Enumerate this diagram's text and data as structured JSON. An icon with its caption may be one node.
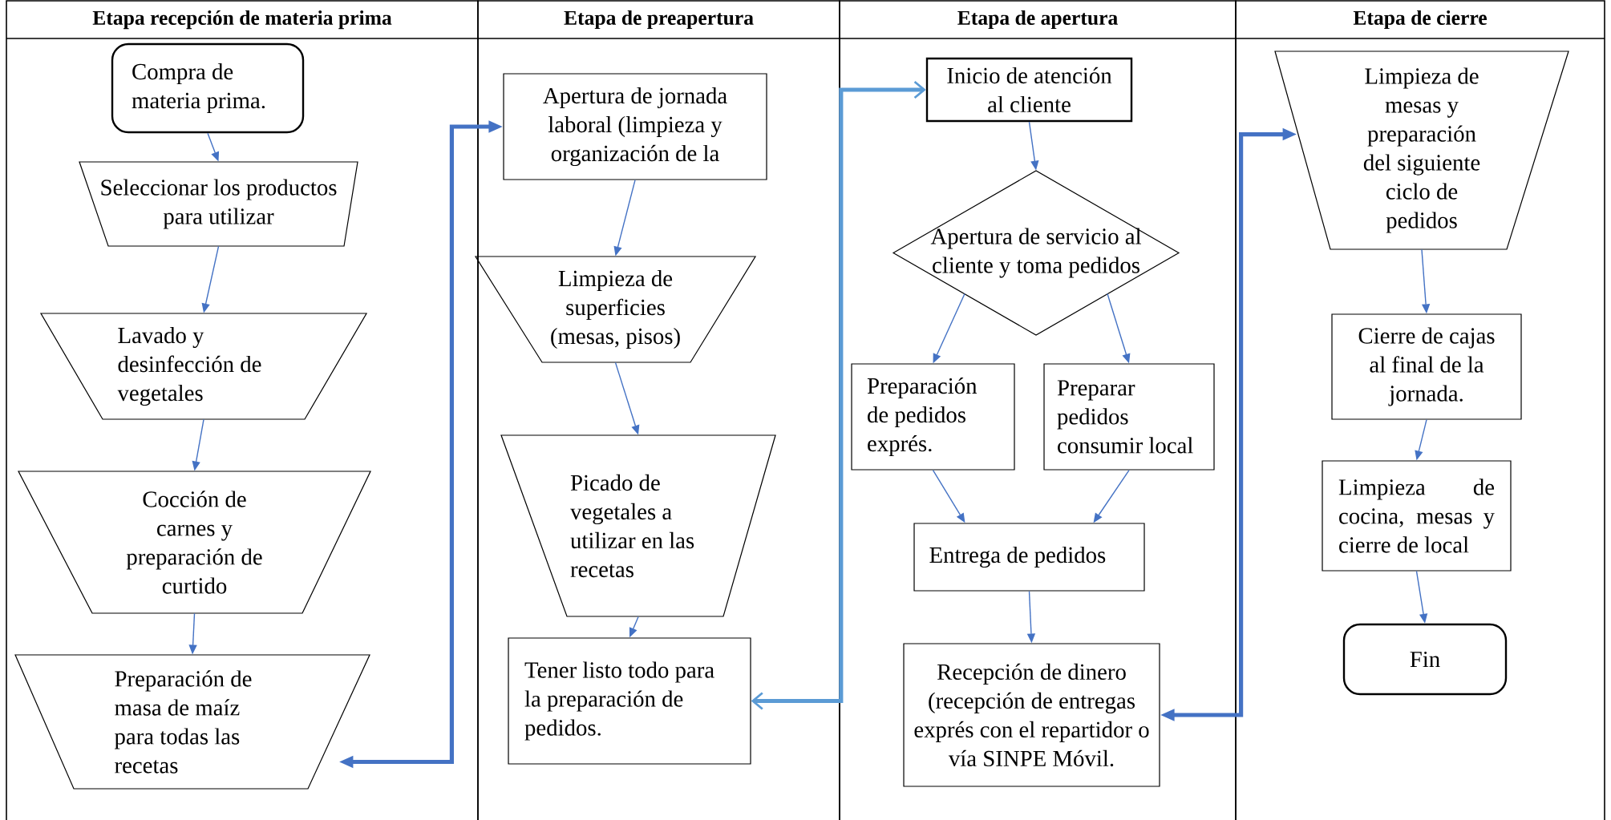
{
  "diagram": {
    "nodes": [
      {
        "text": [
          "Etapa recepción de materia prima"
        ]
      },
      {
        "text": [
          "Etapa de preapertura"
        ]
      },
      {
        "text": [
          "Etapa de apertura"
        ]
      },
      {
        "text": [
          "Etapa de cierre"
        ]
      },
      {
        "text": [
          "Compra de materia prima."
        ],
        "in": 0
      },
      {
        "text": [
          "Seleccionar los productos para utilizar"
        ],
        "in": 0
      },
      {
        "text": [
          "Lavado y desinfección de vegetales"
        ],
        "in": 0
      },
      {
        "text": [
          "Cocción de carnes y preparación de curtido"
        ],
        "in": 0
      },
      {
        "text": [
          "Preparación de masa de maíz para todas las recetas"
        ],
        "in": 0
      },
      {
        "text": [
          "Apertura de jornada laboral (limpieza y organización de la"
        ],
        "in": 1
      },
      {
        "text": [
          "Limpieza de superficies (mesas, pisos)"
        ],
        "in": 1
      },
      {
        "text": [
          "Picado de vegetales a utilizar en las recetas"
        ],
        "in": 1
      },
      {
        "text": [
          "Tener listo todo para la preparación de pedidos."
        ],
        "in": 1
      },
      {
        "text": [
          "Inicio de atención al cliente"
        ],
        "in": 2
      },
      {
        "text": [
          "Apertura de servicio al cliente y toma pedidos"
        ],
        "in": 2
      },
      {
        "text": [
          "Preparación de pedidos exprés."
        ],
        "in": 2
      },
      {
        "text": [
          "Preparar pedidos consumir local"
        ],
        "in": 2
      },
      {
        "text": [
          "Entrega de pedidos"
        ],
        "in": 2
      },
      {
        "text": [
          "Recepción de dinero (recepción de entregas exprés con el repartidor o vía SINPE Móvil."
        ],
        "in": 2
      },
      {
        "text": [
          "Limpieza de mesas y preparación del siguiente ciclo de pedidos"
        ],
        "in": 3
      },
      {
        "text": [
          "Cierre de cajas al final de la jornada."
        ],
        "in": 3
      },
      {
        "text": [
          "Limpieza de cocina, mesas y cierre de local"
        ],
        "in": 3
      },
      {
        "text": [
          "Fin"
        ],
        "in": 3
      }
    ],
    "edges": [
      {
        "from": 4,
        "to": 5,
        "arrow": "to"
      },
      {
        "from": 5,
        "to": 6,
        "arrow": "to"
      },
      {
        "from": 6,
        "to": 7,
        "arrow": "to"
      },
      {
        "from": 7,
        "to": 8,
        "arrow": "to"
      },
      {
        "from": 8,
        "to": 9,
        "arrow": "both",
        "style": "thick"
      },
      {
        "from": 9,
        "to": 10,
        "arrow": "to"
      },
      {
        "from": 10,
        "to": 11,
        "arrow": "to"
      },
      {
        "from": 11,
        "to": 12,
        "arrow": "to"
      },
      {
        "from": 12,
        "to": 13,
        "arrow": "both",
        "style": "thick",
        "color": "#5b9bd5"
      },
      {
        "from": 13,
        "to": 14,
        "arrow": "to"
      },
      {
        "from": 14,
        "to": 15,
        "arrow": "to"
      },
      {
        "from": 14,
        "to": 16,
        "arrow": "to"
      },
      {
        "from": 15,
        "to": 17,
        "arrow": "to"
      },
      {
        "from": 16,
        "to": 17,
        "arrow": "to"
      },
      {
        "from": 17,
        "to": 18,
        "arrow": "to"
      },
      {
        "from": 18,
        "to": 19,
        "arrow": "both",
        "style": "thick"
      },
      {
        "from": 19,
        "to": 20,
        "arrow": "to"
      },
      {
        "from": 20,
        "to": 21,
        "arrow": "to"
      },
      {
        "from": 21,
        "to": 22,
        "arrow": "to"
      }
    ]
  }
}
